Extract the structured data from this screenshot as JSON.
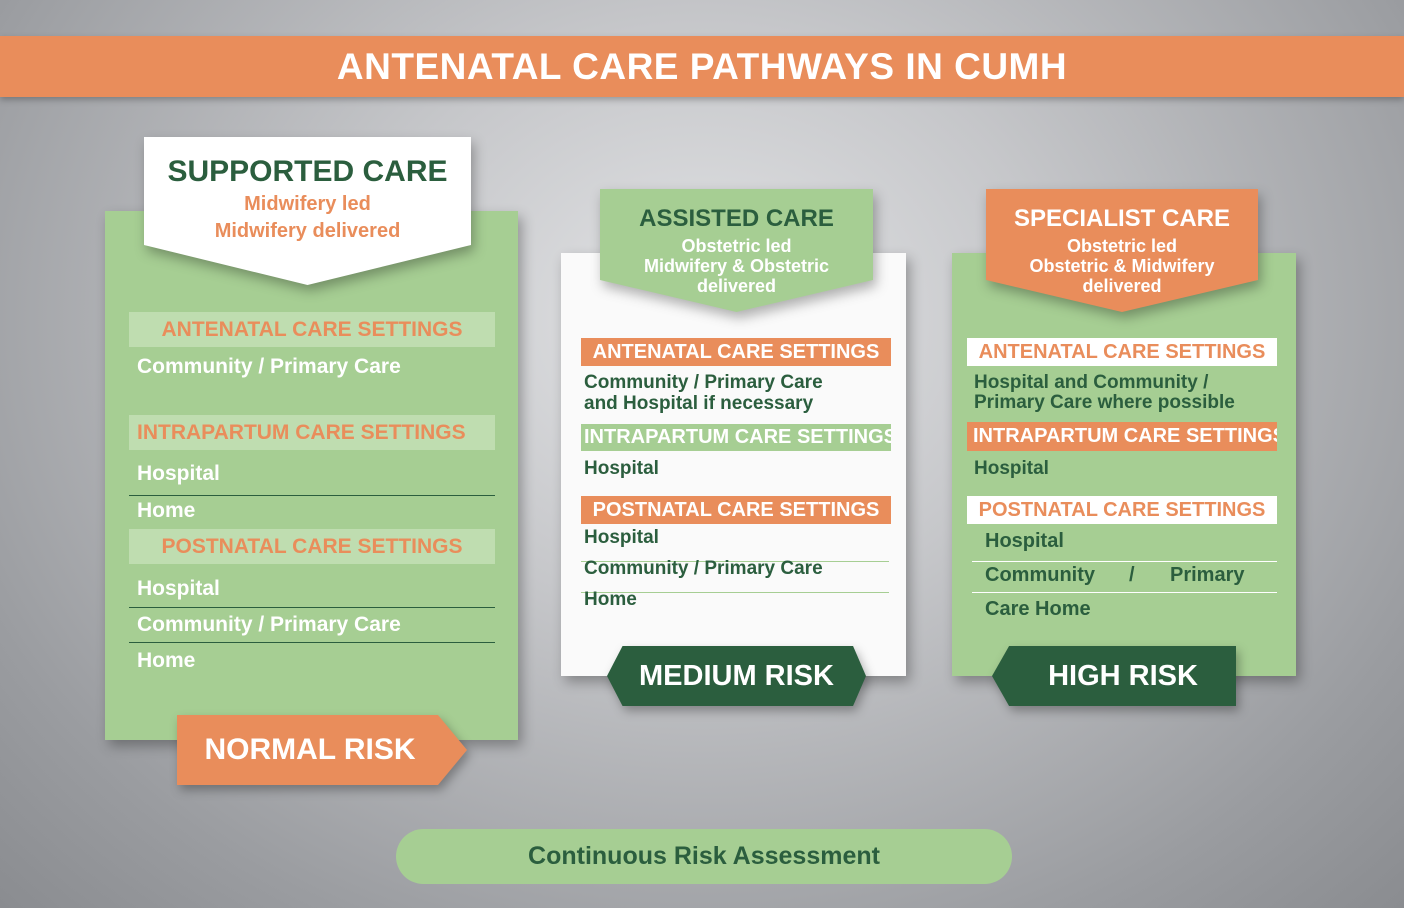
{
  "title": "ANTENATAL CARE PATHWAYS IN CUMH",
  "colors": {
    "orange": "#E98D5B",
    "green": "#A6CE93",
    "dark_green": "#2B5E3E",
    "light_band": "#BFDDB0"
  },
  "normal": {
    "heading": "SUPPORTED CARE",
    "sub1": "Midwifery led",
    "sub2": "Midwifery delivered",
    "antenatal_label": "ANTENATAL CARE SETTINGS",
    "antenatal": [
      "Community / Primary Care"
    ],
    "intrapartum_label": "INTRAPARTUM CARE SETTINGS",
    "intrapartum": [
      "Hospital",
      "Home"
    ],
    "postnatal_label": "POSTNATAL CARE SETTINGS",
    "postnatal": [
      "Hospital",
      "Community / Primary Care",
      "Home"
    ],
    "risk": "NORMAL RISK"
  },
  "medium": {
    "heading": "ASSISTED CARE",
    "sub1": "Obstetric led",
    "sub2": "Midwifery & Obstetric",
    "sub3": "delivered",
    "antenatal_label": "ANTENATAL CARE SETTINGS",
    "antenatal": [
      "Community / Primary Care",
      "and Hospital if necessary"
    ],
    "intrapartum_label": "INTRAPARTUM CARE SETTINGS",
    "intrapartum": [
      "Hospital"
    ],
    "postnatal_label": "POSTNATAL CARE SETTINGS",
    "postnatal": [
      "Hospital",
      "Community / Primary Care",
      "Home"
    ],
    "risk": "MEDIUM RISK"
  },
  "high": {
    "heading": "SPECIALIST CARE",
    "sub1": "Obstetric led",
    "sub2": "Obstetric & Midwifery",
    "sub3": "delivered",
    "antenatal_label": "ANTENATAL CARE SETTINGS",
    "antenatal": [
      "Hospital and Community /",
      "Primary Care where possible"
    ],
    "intrapartum_label": "INTRAPARTUM CARE SETTINGS",
    "intrapartum": [
      "Hospital"
    ],
    "postnatal_label": "POSTNATAL CARE SETTINGS",
    "postnatal": [
      "Hospital",
      "Community",
      "/",
      "Primary",
      "Care Home"
    ],
    "risk": "HIGH RISK"
  },
  "footer": "Continuous Risk Assessment"
}
